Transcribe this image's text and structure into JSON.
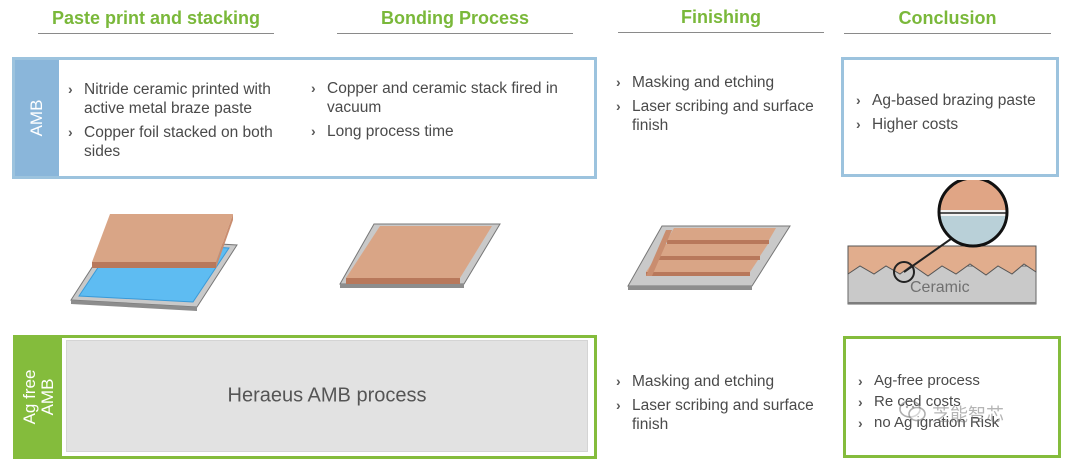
{
  "headers": {
    "col1": "Paste print and stacking",
    "col2": "Bonding Process",
    "col3": "Finishing",
    "col4": "Conclusion"
  },
  "amb_row": {
    "tab_label": "AMB",
    "col1_bullets": [
      "Nitride ceramic printed with active metal braze paste",
      "Copper foil stacked on both sides"
    ],
    "col2_bullets": [
      "Copper and ceramic stack fired in vacuum",
      "Long process time"
    ],
    "col3_bullets": [
      "Masking and etching",
      "Laser scribing and surface finish"
    ],
    "conclusion_bullets": [
      "Ag-based brazing paste",
      "Higher costs"
    ]
  },
  "illustrations": {
    "ceramic_label": "Ceramic"
  },
  "agfree_row": {
    "tab_label": "Ag free AMB",
    "panel_text": "Heraeus AMB process",
    "col3_bullets": [
      "Masking and etching",
      "Laser scribing and surface finish"
    ],
    "conclusion_bullets": [
      "Ag-free process",
      "Re  ced costs",
      "no Ag  igration Risk"
    ]
  },
  "bullet_glyph": "›",
  "watermark": "芝能智芯",
  "colors": {
    "green": "#7ab83a",
    "blue": "#9cc3de",
    "copper": "#d9a586",
    "blue_ceramic": "#5ebcf2",
    "grey": "#e2e2e2"
  }
}
